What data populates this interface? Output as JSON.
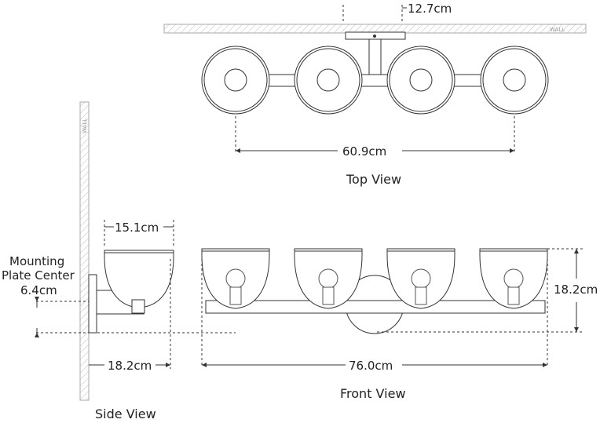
{
  "wall_label": "WALL",
  "top_view": {
    "title": "Top View",
    "plate_offset": "12.7cm",
    "spread": "60.9cm"
  },
  "side_view": {
    "title": "Side View",
    "shade_width": "15.1cm",
    "mounting_label_line1": "Mounting",
    "mounting_label_line2": "Plate Center",
    "mounting_center": "6.4cm",
    "extension": "18.2cm"
  },
  "front_view": {
    "title": "Front View",
    "height": "18.2cm",
    "width": "76.0cm"
  }
}
